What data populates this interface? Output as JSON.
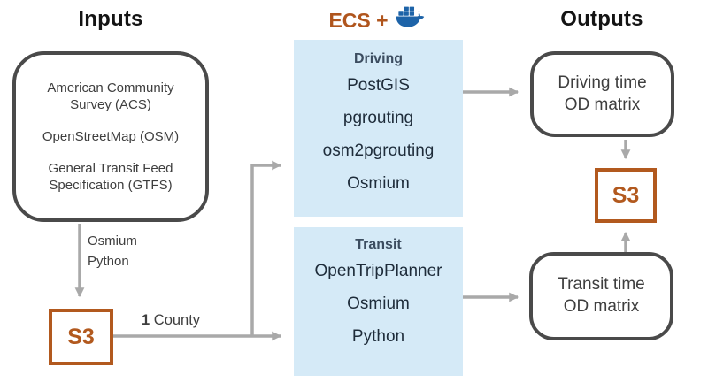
{
  "headers": {
    "inputs": "Inputs",
    "ecs": "ECS +",
    "outputs": "Outputs"
  },
  "inputs_box": {
    "items": [
      "American Community Survey (ACS)",
      "OpenStreetMap (OSM)",
      "General Transit Feed Specification (GTFS)"
    ]
  },
  "edge_labels": {
    "osmium_python": "Osmium\nPython",
    "county_number": "1",
    "county_text": " County"
  },
  "storage": {
    "s3_left": "S3",
    "s3_right": "S3"
  },
  "ecs_services": {
    "driving": {
      "title": "Driving",
      "items": [
        "PostGIS",
        "pgrouting",
        "osm2pgrouting",
        "Osmium"
      ]
    },
    "transit": {
      "title": "Transit",
      "items": [
        "OpenTripPlanner",
        "Osmium",
        "Python"
      ]
    }
  },
  "outputs": {
    "driving_od": "Driving time\nOD matrix",
    "transit_od": "Transit time\nOD matrix"
  },
  "icons": {
    "docker": "docker-whale-icon"
  },
  "colors": {
    "accent_orange": "#b0551d",
    "docker_blue": "#1d63a8",
    "panel_blue": "#d5eaf7",
    "node_border_gray": "#4a4a4a",
    "arrow_gray": "#a9a9a9",
    "panel_title_slate": "#3c4d60",
    "panel_item_dark": "#1e2c3a"
  }
}
